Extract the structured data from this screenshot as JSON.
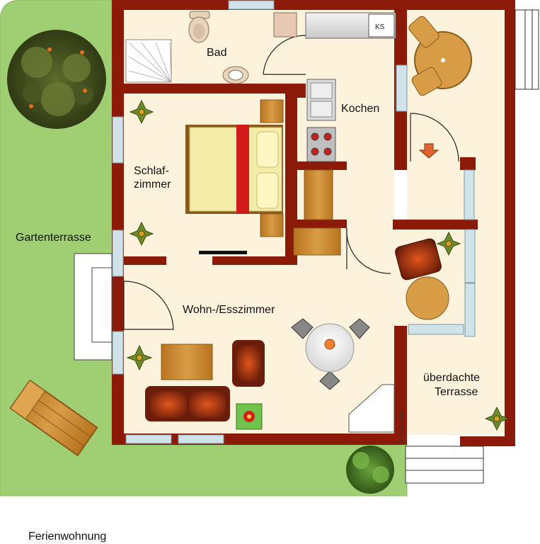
{
  "labels": {
    "bad": "Bad",
    "kochen": "Kochen",
    "ks": "KS",
    "schlaf_1": "Schlaf-",
    "schlaf_2": "zimmer",
    "gartenterrasse": "Gartenterrasse",
    "wohn": "Wohn-/Esszimmer",
    "terrasse_1": "überdachte",
    "terrasse_2": "Terrasse",
    "credit": "McGrundriss",
    "caption": "Ferienwohnung"
  },
  "colors": {
    "lawn": "#9fcf72",
    "floor": "#fdf3dc",
    "wall": "#8b1a08",
    "window": "#cfe3e9",
    "wood": "#c68a2e",
    "sofa": "#7a2a12",
    "bed": "#f5ecaa",
    "bed_red": "#d11a1a"
  }
}
